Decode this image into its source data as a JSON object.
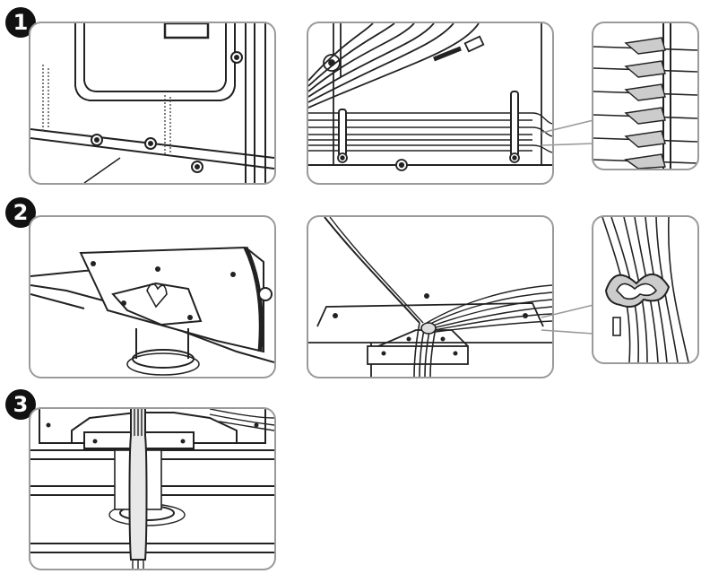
{
  "steps": [
    {
      "number": "1"
    },
    {
      "number": "2"
    },
    {
      "number": "3"
    }
  ],
  "colors": {
    "line": "#222222",
    "frame": "#9a9a9a",
    "fill": "#ffffff",
    "shade": "#dddddd"
  }
}
